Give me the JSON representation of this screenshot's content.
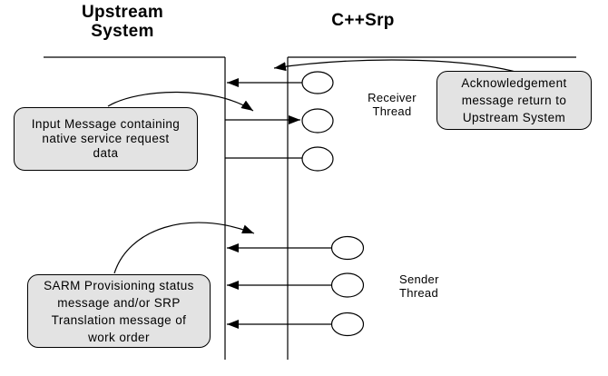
{
  "titles": {
    "upstream": "Upstream\nSystem",
    "cpp_srp": "C++Srp"
  },
  "thread_labels": {
    "receiver": "Receiver\nThread",
    "sender": "Sender\nThread"
  },
  "callouts": {
    "input_message": "Input Message containing\nnative service request\ndata",
    "acknowledgement": "Acknowledgement\nmessage return to\nUpstream System",
    "sarm_status": "SARM Provisioning status\nmessage and/or SRP\nTranslation message of\nwork order"
  },
  "structure": {
    "receiver_circle_count": 3,
    "sender_circle_count": 3
  },
  "colors": {
    "callout_fill": "#e3e3e3",
    "stroke": "#000000",
    "background": "#ffffff"
  }
}
